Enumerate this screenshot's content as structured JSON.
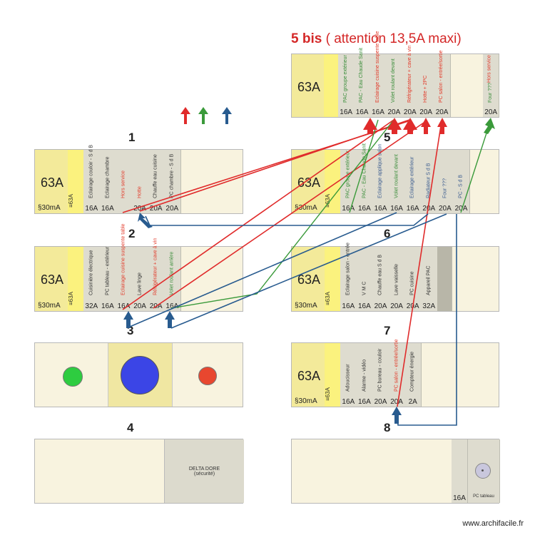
{
  "title": {
    "bold": "5 bis",
    "rest": "( attention  13,5A maxi)"
  },
  "credit": "www.archifacile.fr",
  "colors": {
    "red": "#e02b2b",
    "green": "#3a9a3a",
    "blue": "#285b8f",
    "breaker": "#dedccf",
    "main": "#f3ea9a",
    "diff": "#fbf27e"
  },
  "numbers": [
    "1",
    "2",
    "3",
    "4",
    "5",
    "6",
    "7",
    "8"
  ],
  "panel5bis": {
    "main": {
      "amp": "63A"
    },
    "breakers": [
      {
        "label": "PAC groupe extérieur",
        "rating": "16A",
        "color": "green"
      },
      {
        "label": "PAC - Eau Chaude Sanit",
        "rating": "16A",
        "color": "green"
      },
      {
        "label": "Eclairage cuisine suspente table",
        "rating": "16A",
        "color": "red"
      },
      {
        "label": "Volet roulant devant",
        "rating": "20A",
        "color": "green"
      },
      {
        "label": "Réfrigérateur + cave à vin",
        "rating": "20A",
        "color": "red"
      },
      {
        "label": "Hotte + 2PC",
        "rating": "20A",
        "color": "red"
      },
      {
        "label": "PC salon - entrée/sortie",
        "rating": "20A",
        "color": "red"
      },
      {
        "label": "Four ???",
        "sub": "Hors service",
        "rating": "20A",
        "color": "green"
      }
    ]
  },
  "panel1": {
    "main": {
      "amp": "63A",
      "sens": "§30mA"
    },
    "diff": "≡63A",
    "breakers": [
      {
        "label": "Eclairage couloir - S d B",
        "rating": "16A",
        "color": "none"
      },
      {
        "label": "Eclairage chambre",
        "rating": "16A",
        "color": "none"
      },
      {
        "label": "Hors service",
        "rating": "",
        "color": "red"
      },
      {
        "label": "Hotte",
        "rating": "20A",
        "color": "red"
      },
      {
        "label": "Chauffe eau cuisine",
        "rating": "20A",
        "color": "none"
      },
      {
        "label": "PC chambre - S d B",
        "rating": "20A",
        "color": "none"
      }
    ]
  },
  "panel5": {
    "main": {
      "amp": "63A",
      "sens": "§30mA"
    },
    "diff": "≡63A",
    "breakers": [
      {
        "label": "PAC groupe extérieur",
        "rating": "16A",
        "color": "green"
      },
      {
        "label": "PAC - Eau Chaude Sanit",
        "rating": "16A",
        "color": "green"
      },
      {
        "label": "Eclairage applique salon",
        "rating": "16A",
        "color": "blue"
      },
      {
        "label": "Volet roulant devant",
        "rating": "16A",
        "color": "green"
      },
      {
        "label": "Eclairage extérieur",
        "rating": "16A",
        "color": "blue"
      },
      {
        "label": "Radiateur S d B",
        "rating": "20A",
        "color": "blue"
      },
      {
        "label": "Four ???",
        "rating": "20A",
        "color": "blue"
      },
      {
        "label": "PC - S d B",
        "rating": "20A",
        "color": "blue"
      }
    ]
  },
  "panel2": {
    "main": {
      "amp": "63A",
      "sens": "§30mA"
    },
    "diff": "≡63A",
    "breakers": [
      {
        "label": "Cuisinière électrique",
        "rating": "32A",
        "color": "none"
      },
      {
        "label": "PC tableau - extérieur",
        "rating": "16A",
        "color": "none"
      },
      {
        "label": "Eclairage cuisine suspente table",
        "rating": "16A",
        "color": "red"
      },
      {
        "label": "Lave linge",
        "rating": "20A",
        "color": "none"
      },
      {
        "label": "Réfrigérateur + cave à vin",
        "rating": "20A",
        "color": "red"
      },
      {
        "label": "Volet roulant arrière",
        "rating": "16A",
        "color": "green"
      }
    ]
  },
  "panel6": {
    "main": {
      "amp": "63A",
      "sens": "§30mA"
    },
    "diff": "≡63A",
    "breakers": [
      {
        "label": "Eclairage salon - entrée",
        "rating": "16A",
        "color": "none"
      },
      {
        "label": "V M C",
        "rating": "16A",
        "color": "none"
      },
      {
        "label": "Chauffe eau S d B",
        "rating": "20A",
        "color": "none"
      },
      {
        "label": "Lave vaisselle",
        "rating": "20A",
        "color": "none"
      },
      {
        "label": "PC cuisine",
        "rating": "20A",
        "color": "none"
      },
      {
        "label": "Appareil PAC",
        "rating": "32A",
        "color": "none"
      }
    ]
  },
  "panel7": {
    "main": {
      "amp": "63A",
      "sens": "§30mA"
    },
    "diff": "≡63A",
    "breakers": [
      {
        "label": "Adoucisseur",
        "rating": "16A",
        "color": "none"
      },
      {
        "label": "Alarme - vidéo",
        "rating": "16A",
        "color": "none"
      },
      {
        "label": "PC bureau - couloir",
        "rating": "20A",
        "color": "none"
      },
      {
        "label": "PC salon - entrée/sortie",
        "rating": "20A",
        "color": "red"
      },
      {
        "label": "Compteur énergie",
        "rating": "2A",
        "color": "none"
      }
    ]
  },
  "panel4": {
    "delta": {
      "name": "DELTA DORE",
      "sub": "(sécurité)"
    }
  },
  "panel8": {
    "rating": "16A",
    "pc": "PC tableau"
  }
}
